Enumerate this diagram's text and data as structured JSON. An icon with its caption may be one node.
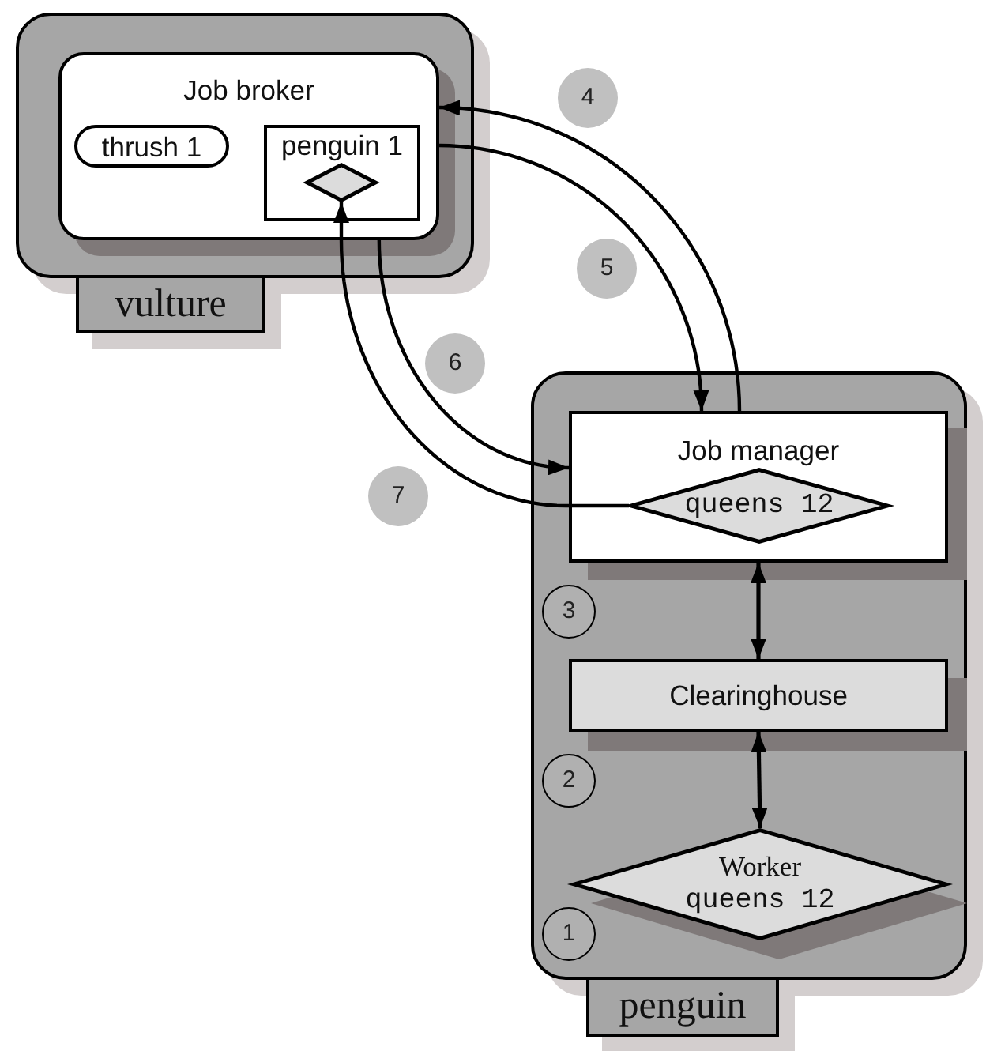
{
  "diagram": {
    "nodes": [
      {
        "text": [
          "vulture"
        ]
      },
      {
        "text": [
          "Job broker"
        ],
        "in": 0
      },
      {
        "text": [
          "thrush 1"
        ],
        "in": 1
      },
      {
        "text": [
          "penguin 1"
        ],
        "in": 1
      },
      {
        "text": [],
        "shape": "diamond",
        "in": 3
      },
      {
        "text": [
          "penguin"
        ]
      },
      {
        "text": [
          "Job manager"
        ],
        "in": 5
      },
      {
        "text": [
          "queens 12"
        ],
        "in": 6
      },
      {
        "text": [
          "Clearinghouse"
        ],
        "in": 5
      },
      {
        "text": [
          "Worker",
          "queens 12"
        ],
        "in": 5
      }
    ],
    "edges": [
      {
        "from": 6,
        "to": 1,
        "arrow": "to"
      },
      {
        "from": 1,
        "to": 6,
        "arrow": "to"
      },
      {
        "from": 1,
        "to": 6,
        "arrow": "to"
      },
      {
        "from": 7,
        "to": 4,
        "arrow": "to"
      },
      {
        "from": 6,
        "to": 8,
        "arrow": "both"
      },
      {
        "from": 8,
        "to": 9,
        "arrow": "both"
      }
    ],
    "labels": [
      "4",
      "5",
      "6",
      "7",
      "3",
      "2",
      "1"
    ]
  }
}
